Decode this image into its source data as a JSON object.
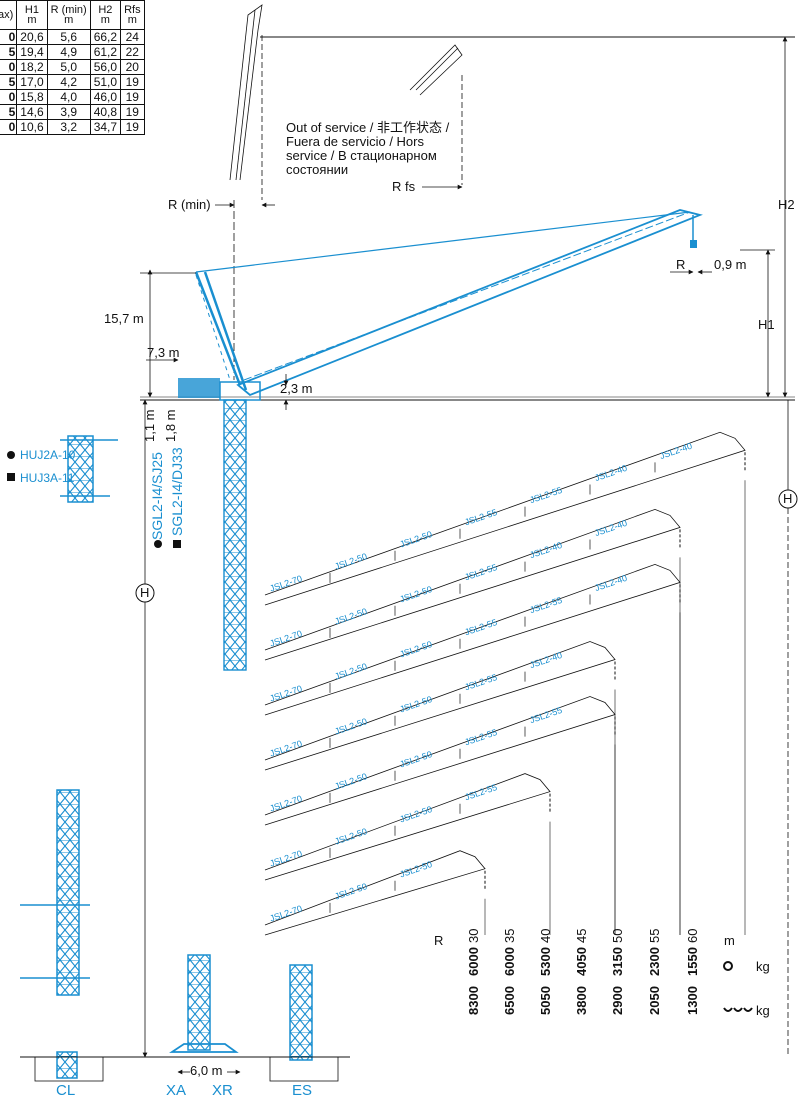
{
  "table": {
    "headers": [
      "ax)",
      "H1\nm",
      "R (min)\nm",
      "H2\nm",
      "Rfs\nm"
    ],
    "rows": [
      [
        "0",
        "20,6",
        "5,6",
        "66,2",
        "24"
      ],
      [
        "5",
        "19,4",
        "4,9",
        "61,2",
        "22"
      ],
      [
        "0",
        "18,2",
        "5,0",
        "56,0",
        "20"
      ],
      [
        "5",
        "17,0",
        "4,2",
        "51,0",
        "19"
      ],
      [
        "0",
        "15,8",
        "4,0",
        "46,0",
        "19"
      ],
      [
        "5",
        "14,6",
        "3,9",
        "40,8",
        "19"
      ],
      [
        "0",
        "10,6",
        "3,2",
        "34,7",
        "19"
      ]
    ]
  },
  "labels": {
    "out_of_service": "Out of service / 非工作状态 / Fuera de servicio / Hors service / В стационарном состоянии",
    "rfs": "R fs",
    "rmin": "R (min)",
    "h2": "H2",
    "h1": "H1",
    "h": "H",
    "r": "R",
    "d09": "0,9 m",
    "d157": "15,7 m",
    "d73": "7,3 m",
    "d23": "2,3 m",
    "d11": "1,1 m",
    "d18": "1,8 m",
    "sgl1": "SGL2-I4/SJ25",
    "sgl2": "SGL2-I4/DJ33",
    "huj2a": "HUJ2A-10",
    "huj3a": "HUJ3A-11",
    "d60": "6,0 m",
    "cl": "CL",
    "xa": "XA",
    "xr": "XR",
    "es": "ES",
    "m": "m",
    "kg": "kg"
  },
  "jibs": [
    [
      "JSL2-70",
      "JSL2-50",
      "JSL2-50",
      "JSL2-55",
      "JSL2-55",
      "JSL2-40",
      "JSL2-40"
    ],
    [
      "JSL2-70",
      "JSL2-50",
      "JSL2-50",
      "JSL2-55",
      "JSL2-40",
      "JSL2-40"
    ],
    [
      "JSL2-70",
      "JSL2-50",
      "JSL2-50",
      "JSL2-55",
      "JSL2-55",
      "JSL2-40"
    ],
    [
      "JSL2-70",
      "JSL2-50",
      "JSL2-50",
      "JSL2-55",
      "JSL2-40"
    ],
    [
      "JSL2-70",
      "JSL2-50",
      "JSL2-50",
      "JSL2-55",
      "JSL2-55"
    ],
    [
      "JSL2-70",
      "JSL2-50",
      "JSL2-50",
      "JSL2-55"
    ],
    [
      "JSL2-70",
      "JSL2-50",
      "JSL2-50"
    ]
  ],
  "load_table": {
    "radius_label": "R",
    "radii": [
      "30",
      "35",
      "40",
      "45",
      "50",
      "55",
      "60"
    ],
    "loads_single": [
      "6000",
      "6000",
      "5300",
      "4050",
      "3150",
      "2300",
      "1550"
    ],
    "loads_double": [
      "8300",
      "6500",
      "5050",
      "3800",
      "2900",
      "2050",
      "1300"
    ]
  },
  "colors": {
    "crane": "#1a8fd0",
    "line": "#111111"
  }
}
